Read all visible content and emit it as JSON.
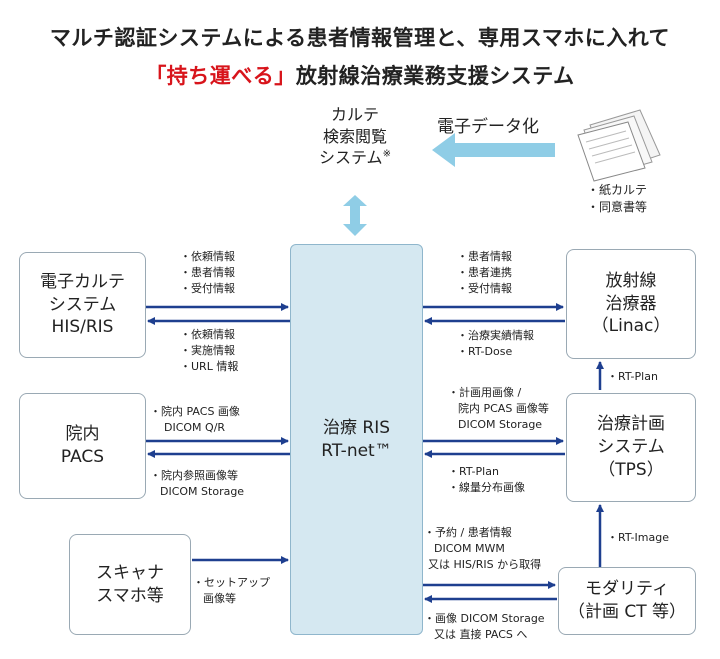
{
  "title": {
    "line1": "マルチ認証システムによる患者情報管理と、専用スマホに入れて",
    "line2_quote": "「持ち運べる」",
    "line2_rest": "放射線治療業務支援システム"
  },
  "karte_system": {
    "line1": "カルテ",
    "line2": "検索閲覧",
    "line3": "システム",
    "mark": "※"
  },
  "digitize": {
    "label": "電子データ化",
    "items": [
      "・紙カルテ",
      "・同意書等"
    ]
  },
  "center": {
    "line1": "治療 RIS",
    "line2": "RT-net™"
  },
  "boxes": {
    "emr": {
      "line1": "電子カルテ",
      "line2": "システム",
      "line3": "HIS/RIS"
    },
    "pacs": {
      "line1": "院内",
      "line2": "PACS"
    },
    "scanner": {
      "line1": "スキャナ",
      "line2": "スマホ等"
    },
    "linac": {
      "line1": "放射線",
      "line2": "治療器",
      "line3": "（Linac）"
    },
    "tps": {
      "line1": "治療計画",
      "line2": "システム",
      "line3": "（TPS）"
    },
    "modality": {
      "line1": "モダリティ",
      "line2": "（計画 CT 等）"
    }
  },
  "notes": {
    "emr_to_ris": [
      "・依頼情報",
      "・患者情報",
      "・受付情報"
    ],
    "ris_to_emr": [
      "・依頼情報",
      "・実施情報",
      "・URL 情報"
    ],
    "pacs_to_ris": [
      "・院内 PACS 画像",
      "DICOM Q/R"
    ],
    "ris_to_pacs": [
      "・院内参照画像等",
      "DICOM Storage"
    ],
    "scanner_to_ris": [
      "・セットアップ",
      "画像等"
    ],
    "ris_to_linac": [
      "・患者情報",
      "・患者連携",
      "・受付情報"
    ],
    "linac_to_ris": [
      "・治療実績情報",
      "・RT-Dose"
    ],
    "ris_to_tps": [
      "・計画用画像 /",
      "院内 PCAS 画像等",
      "DICOM Storage"
    ],
    "tps_to_ris": [
      "・RT-Plan",
      "・線量分布画像"
    ],
    "tps_to_linac": "・RT-Plan",
    "modality_to_tps": "・RT-Image",
    "ris_to_modality": [
      "・予約 / 患者情報",
      "DICOM MWM",
      "又は HIS/RIS から取得"
    ],
    "modality_to_ris": [
      "・画像 DICOM Storage",
      "又は 直接 PACS へ"
    ]
  },
  "colors": {
    "arrow": "#1e3f8f",
    "light_arrow": "#8fcde6",
    "center_fill": "#d5e8f1",
    "accent": "#d8141b"
  }
}
